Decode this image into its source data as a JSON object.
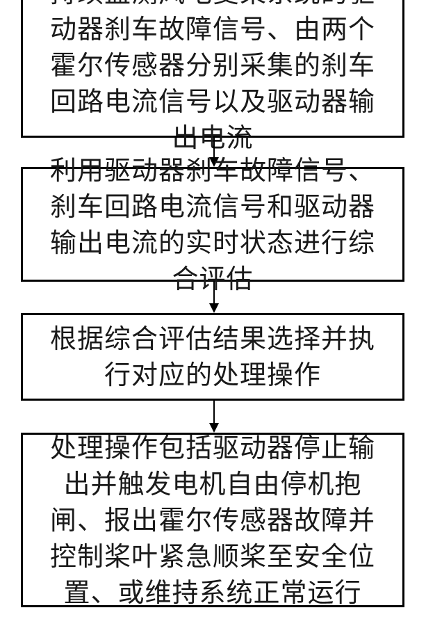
{
  "flowchart": {
    "steps": [
      {
        "id": "step-1",
        "text": "持续监测风电变桨系统的驱动器刹车故障信号、由两个霍尔传感器分别采集的刹车回路电流信号以及驱动器输出电流"
      },
      {
        "id": "step-2",
        "text": "利用驱动器刹车故障信号、刹车回路电流信号和驱动器输出电流的实时状态进行综合评估"
      },
      {
        "id": "step-3",
        "text": "根据综合评估结果选择并执行对应的处理操作"
      },
      {
        "id": "step-4",
        "text": "处理操作包括驱动器停止输出并触发电机自由停机抱闸、报出霍尔传感器故障并控制桨叶紧急顺桨至安全位置、或维持系统正常运行"
      }
    ],
    "connectors": [
      {
        "from": "step-1",
        "to": "step-2",
        "type": "arrow-down"
      },
      {
        "from": "step-2",
        "to": "step-3",
        "type": "arrow-down"
      },
      {
        "from": "step-3",
        "to": "step-4",
        "type": "arrow-down"
      }
    ],
    "colors": {
      "border": "#000000",
      "background": "#ffffff",
      "text": "#1a1a1a"
    }
  }
}
